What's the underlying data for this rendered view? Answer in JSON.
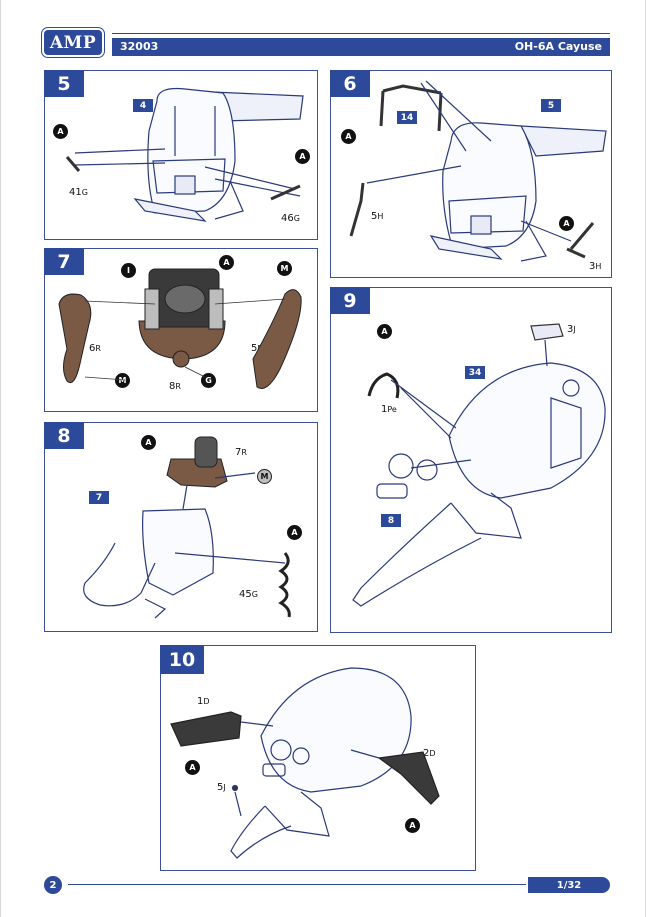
{
  "header": {
    "logo": "AMP",
    "code": "32003",
    "title": "OH-6A Cayuse"
  },
  "steps": {
    "s5": {
      "number": "5",
      "ref": "4",
      "parts": [
        {
          "code": "41",
          "sprue": "G"
        },
        {
          "code": "46",
          "sprue": "G"
        }
      ],
      "markers": [
        "A",
        "A"
      ]
    },
    "s6": {
      "number": "6",
      "refs": [
        "14",
        "5"
      ],
      "parts": [
        {
          "code": "5",
          "sprue": "H"
        },
        {
          "code": "3",
          "sprue": "H"
        }
      ],
      "markers": [
        "A",
        "A"
      ]
    },
    "s7": {
      "number": "7",
      "parts": [
        {
          "code": "6",
          "sprue": "R"
        },
        {
          "code": "5",
          "sprue": "R"
        },
        {
          "code": "8",
          "sprue": "R"
        }
      ],
      "markers": [
        "I",
        "A",
        "M",
        "M",
        "G"
      ]
    },
    "s8": {
      "number": "8",
      "ref": "7",
      "parts": [
        {
          "code": "7",
          "sprue": "R"
        },
        {
          "code": "45",
          "sprue": "G"
        }
      ],
      "markers": [
        "A",
        "M",
        "A"
      ]
    },
    "s9": {
      "number": "9",
      "refs": [
        "34",
        "8"
      ],
      "parts": [
        {
          "code": "3",
          "sprue": "J"
        },
        {
          "code": "1",
          "sprue": "Pe"
        }
      ],
      "markers": [
        "A"
      ]
    },
    "s10": {
      "number": "10",
      "parts": [
        {
          "code": "1",
          "sprue": "D"
        },
        {
          "code": "2",
          "sprue": "D"
        },
        {
          "code": "5",
          "sprue": "J"
        }
      ],
      "markers": [
        "A",
        "A"
      ]
    }
  },
  "footer": {
    "page_number": "2",
    "page_ratio": "1/32"
  },
  "colors": {
    "accent": "#2d4a9a",
    "resin": "#7a5a45",
    "outline": "#2a3a7a"
  }
}
